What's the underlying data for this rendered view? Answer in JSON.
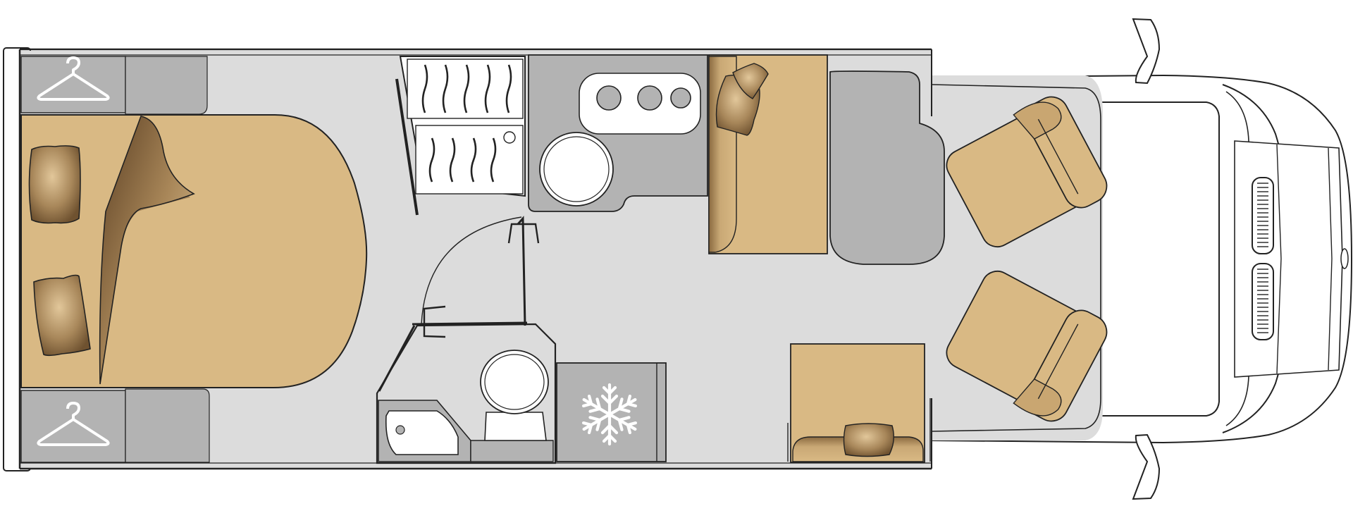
{
  "diagram": {
    "kind": "motorhome floor plan (top view)",
    "labels": [],
    "colors": {
      "floor": "#dcdcdc",
      "wall_outline": "#222222",
      "furniture_gray": "#b3b3b3",
      "upholstery_tan": "#d9b984",
      "upholstery_shadow": "#9c7a4a",
      "pillow_dark": "#7a5a36",
      "white": "#ffffff"
    },
    "zones": [
      {
        "id": "rear-bedroom",
        "contents": [
          "island-bed",
          "pillow",
          "pillow",
          "folded-duvet",
          "wardrobe-top",
          "wardrobe-bottom"
        ]
      },
      {
        "id": "wardrobe-top",
        "icon": "hanger-icon"
      },
      {
        "id": "wardrobe-bottom",
        "icon": "hanger-icon"
      },
      {
        "id": "radiator-rack"
      },
      {
        "id": "kitchen",
        "contents": [
          "cooktop-3-burner",
          "round-sink"
        ]
      },
      {
        "id": "washroom",
        "contents": [
          "toilet",
          "washbasin",
          "sliding-door"
        ]
      },
      {
        "id": "fridge",
        "icon": "snowflake-icon"
      },
      {
        "id": "dinette",
        "contents": [
          "side-bench",
          "table",
          "front-bench",
          "pillow"
        ]
      },
      {
        "id": "cab",
        "contents": [
          "driver-seat",
          "passenger-seat",
          "dashboard",
          "mirrors"
        ]
      }
    ]
  }
}
